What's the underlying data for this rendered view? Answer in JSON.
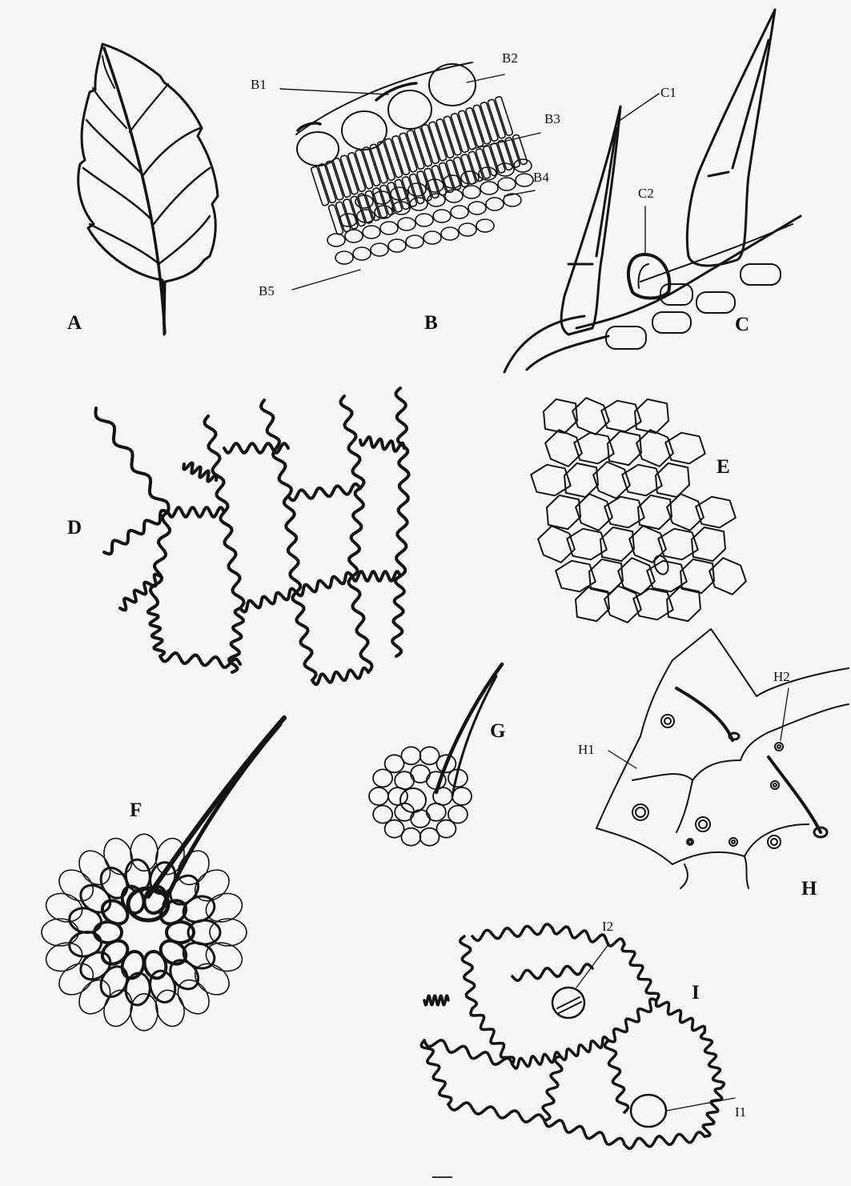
{
  "colors": {
    "paper": "#f6f6f6",
    "ink": "#141414"
  },
  "panels": [
    {
      "id": "A",
      "label": "A"
    },
    {
      "id": "B",
      "label": "B"
    },
    {
      "id": "C",
      "label": "C"
    },
    {
      "id": "D",
      "label": "D"
    },
    {
      "id": "E",
      "label": "E"
    },
    {
      "id": "F",
      "label": "F"
    },
    {
      "id": "G",
      "label": "G"
    },
    {
      "id": "H",
      "label": "H"
    },
    {
      "id": "I",
      "label": "I"
    }
  ],
  "sublabels": {
    "B1": "B1",
    "B2": "B2",
    "B3": "B3",
    "B4": "B4",
    "B5": "B5",
    "C1": "C1",
    "C2": "C2",
    "H1": "H1",
    "H2": "H2",
    "I1": "I1",
    "I2": "I2"
  }
}
